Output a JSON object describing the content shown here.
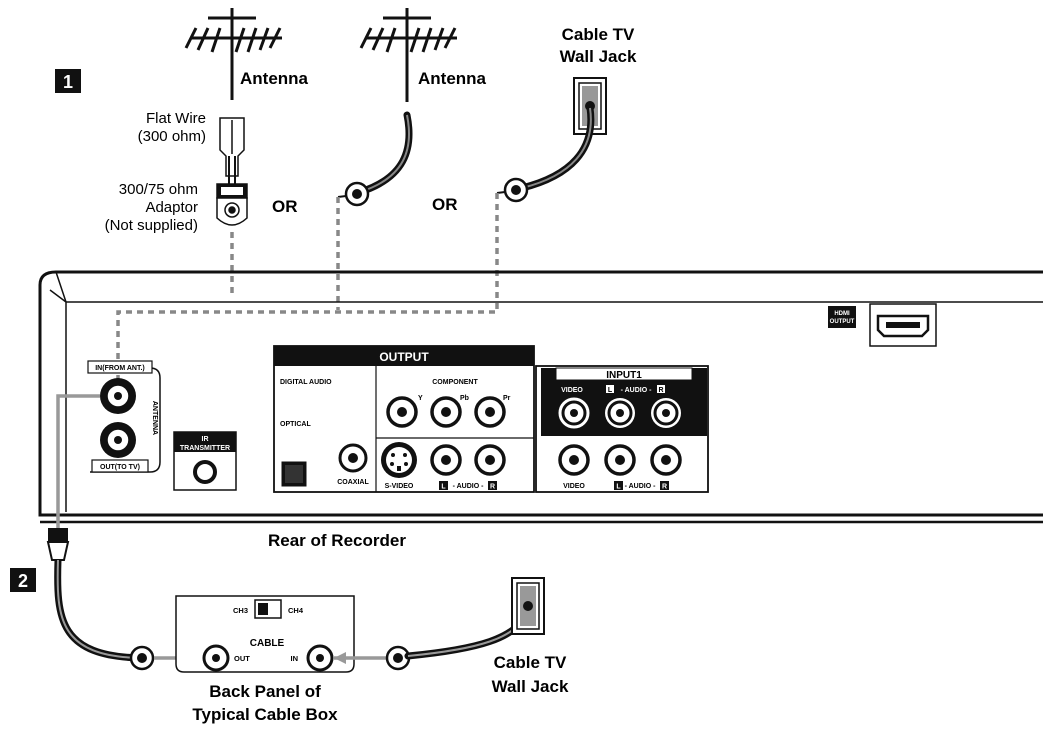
{
  "step_badges": {
    "step1": "1",
    "step2": "2"
  },
  "antenna": {
    "label_1": "Antenna",
    "label_2": "Antenna"
  },
  "cable_wall_jack_top": {
    "line1": "Cable TV",
    "line2": "Wall Jack"
  },
  "flat_wire": {
    "line1": "Flat Wire",
    "line2": "(300 ohm)"
  },
  "adaptor": {
    "line1": "300/75 ohm",
    "line2": "Adaptor",
    "line3": "(Not supplied)"
  },
  "or_labels": {
    "or_1": "OR",
    "or_2": "OR"
  },
  "recorder": {
    "caption": "Rear of Recorder",
    "antenna_block": {
      "in_label": "IN(FROM ANT.)",
      "out_label": "OUT(TO TV)",
      "side_label": "ANTENNA"
    },
    "ir_transmitter": {
      "line1": "IR",
      "line2": "TRANSMITTER"
    },
    "output_panel": {
      "title": "OUTPUT",
      "digital_audio": "DIGITAL AUDIO",
      "optical": "OPTICAL",
      "coaxial": "COAXIAL",
      "component": "COMPONENT",
      "y": "Y",
      "pb": "Pb",
      "pr": "Pr",
      "s_video": "S-VIDEO",
      "audio_l": "L",
      "audio_mid": "- AUDIO -",
      "audio_r": "R"
    },
    "input_panel": {
      "title": "INPUT1",
      "video": "VIDEO",
      "audio_l": "L",
      "audio_mid": "- AUDIO -",
      "audio_r": "R",
      "video_lower": "VIDEO"
    },
    "hdmi": {
      "line1": "HDMI",
      "line2": "OUTPUT"
    }
  },
  "cable_box": {
    "ch3": "CH3",
    "ch4": "CH4",
    "cable_label": "CABLE",
    "out_label": "OUT",
    "in_label": "IN",
    "caption_line1": "Back Panel of",
    "caption_line2": "Typical Cable Box"
  },
  "cable_wall_jack_bottom": {
    "line1": "Cable TV",
    "line2": "Wall Jack"
  }
}
